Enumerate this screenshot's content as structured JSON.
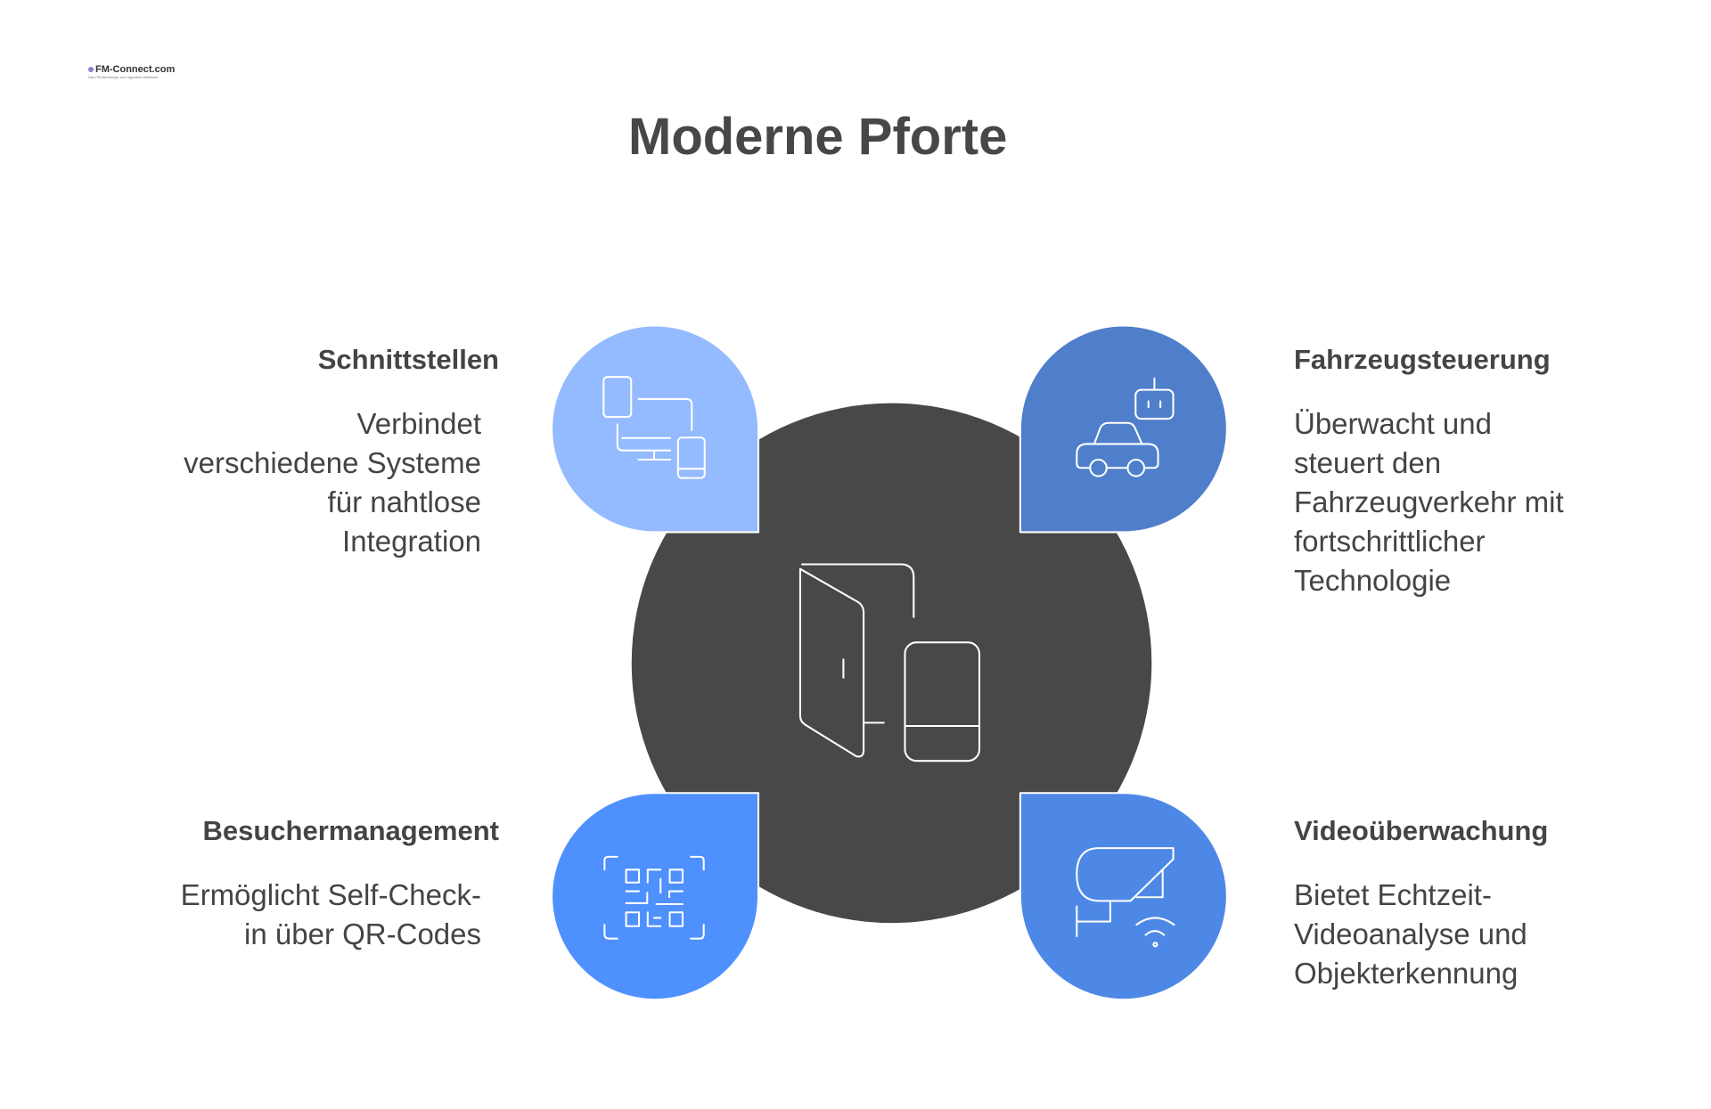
{
  "logo": {
    "text": "FM-Connect.com",
    "tagline": "Das FM-Beratungs- und Ingenieur-Netzwerk"
  },
  "title": "Moderne Pforte",
  "center": {
    "icon": "door-phone-icon",
    "color": "#484848"
  },
  "items": [
    {
      "heading": "Schnittstellen",
      "body": "Verbindet\nverschiedene Systeme\nfür nahtlose\nIntegration",
      "icon": "devices-network-icon",
      "color": "#94BAFF"
    },
    {
      "heading": "Fahrzeugsteuerung",
      "body": "Überwacht und\nsteuert den\nFahrzeugverkehr mit\nfortschrittlicher\nTechnologie",
      "icon": "car-robot-icon",
      "color": "#4F7FCB"
    },
    {
      "heading": "Besuchermanagement",
      "body": "Ermöglicht Self-Check-\nin über QR-Codes",
      "icon": "qr-code-icon",
      "color": "#4F90FF"
    },
    {
      "heading": "Videoüberwachung",
      "body": "Bietet Echtzeit-\nVideoanalyse und\nObjekterkennung",
      "icon": "security-camera-icon",
      "color": "#4D88E6"
    }
  ]
}
